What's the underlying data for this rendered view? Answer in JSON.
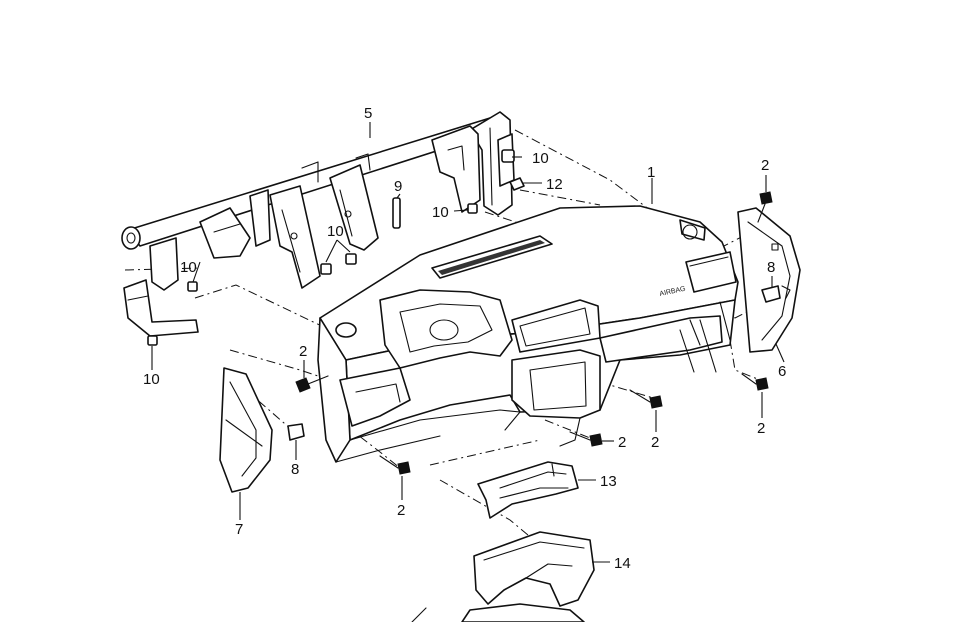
{
  "diagram": {
    "callouts": {
      "dashboard": "1",
      "bolt_top_right": "2",
      "bolt_left": "2",
      "bolt_lower_left": "2",
      "bolt_center": "2",
      "bolt_center_right": "2",
      "bolt_right": "2",
      "crossmember": "5",
      "side_trim_right": "6",
      "side_trim_left": "7",
      "clip_right": "8",
      "clip_left": "8",
      "pin": "9",
      "nut_top": "10",
      "nut_mid": "10",
      "nut_pair": "10",
      "nut_far_left": "10",
      "nut_lower_left": "10",
      "bracket_clip": "12",
      "steering_cover_upper": "13",
      "steering_cover_lower": "14"
    },
    "airbag_marking": "AIRBAG"
  }
}
